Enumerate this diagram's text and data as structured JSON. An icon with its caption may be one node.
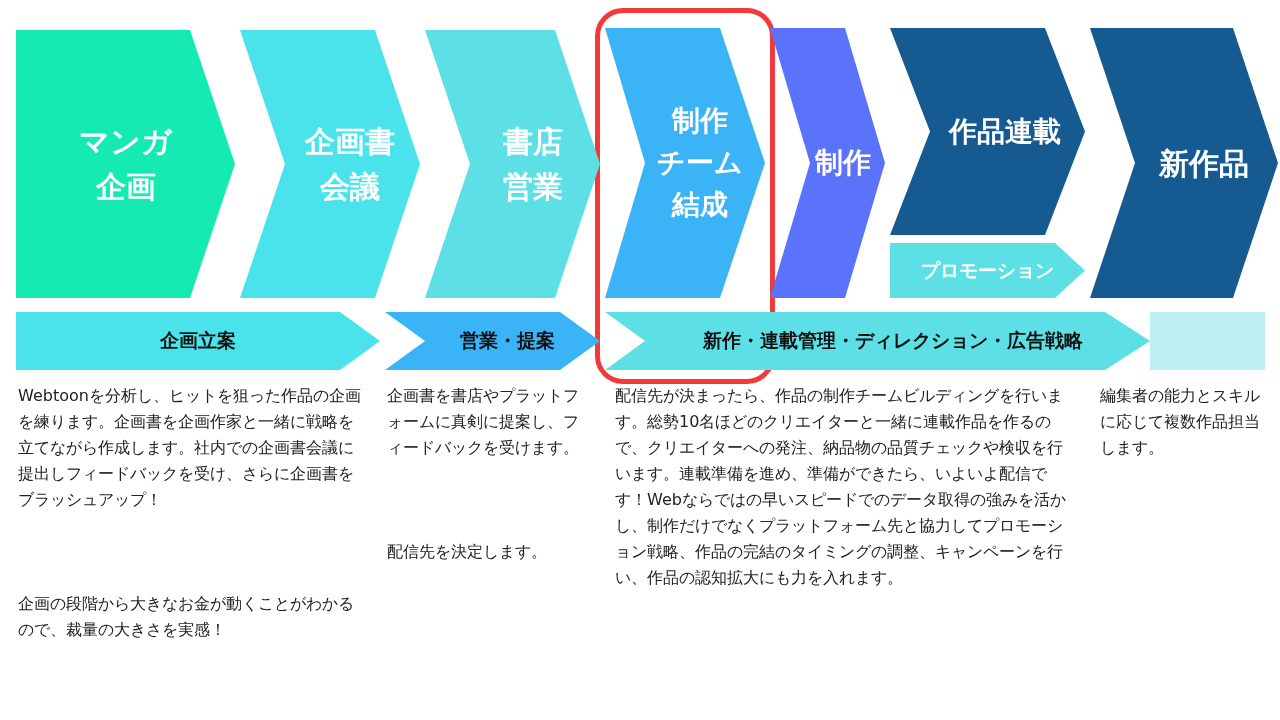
{
  "diagram": {
    "nodes": [
      {
        "text": [
          "マンガ企画"
        ]
      },
      {
        "text": [
          "企画書会議"
        ]
      },
      {
        "text": [
          "書店営業"
        ]
      },
      {
        "text": [
          "制作チーム結成"
        ]
      },
      {
        "text": [
          "制作"
        ]
      },
      {
        "text": [
          "作品連載"
        ]
      },
      {
        "text": [
          "プロモーション"
        ]
      },
      {
        "text": [
          "新作品"
        ]
      },
      {
        "text": [
          "企画立案"
        ]
      },
      {
        "text": [
          "営業・提案"
        ]
      },
      {
        "text": [
          "新作・連載管理・ディレクション・広告戦略"
        ]
      }
    ],
    "labels": [
      "Webtoonを分析し、ヒットを狙った作品の企画を練ります。企画書を企画作家と一緒に戦略を立てながら作成します。社内での企画書会議に提出しフィードバックを受け、さらに企画書をブラッシュアップ！",
      "企画の段階から大きなお金が動くことがわかるので、裁量の大きさを実感！",
      "企画書を書店やプラットフォームに真剣に提案し、フィードバックを受けます。",
      "配信先を決定します。",
      "配信先が決まったら、作品の制作チームビルディングを行います。総勢10名ほどのクリエイターと一緒に連載作品を作るので、クリエイターへの発注、納品物の品質チェックや検収を行います。連載準備を進め、準備ができたら、いよいよ配信です！Webならではの早いスピードでのデータ取得の強みを活かし、制作だけでなくプラットフォーム先と協力してプロモーション戦略、作品の完結のタイミングの調整、キャンペーンを行い、作品の認知拡大にも力を入れます。",
      "編集者の能力とスキルに応じて複数作品担当します。"
    ]
  }
}
